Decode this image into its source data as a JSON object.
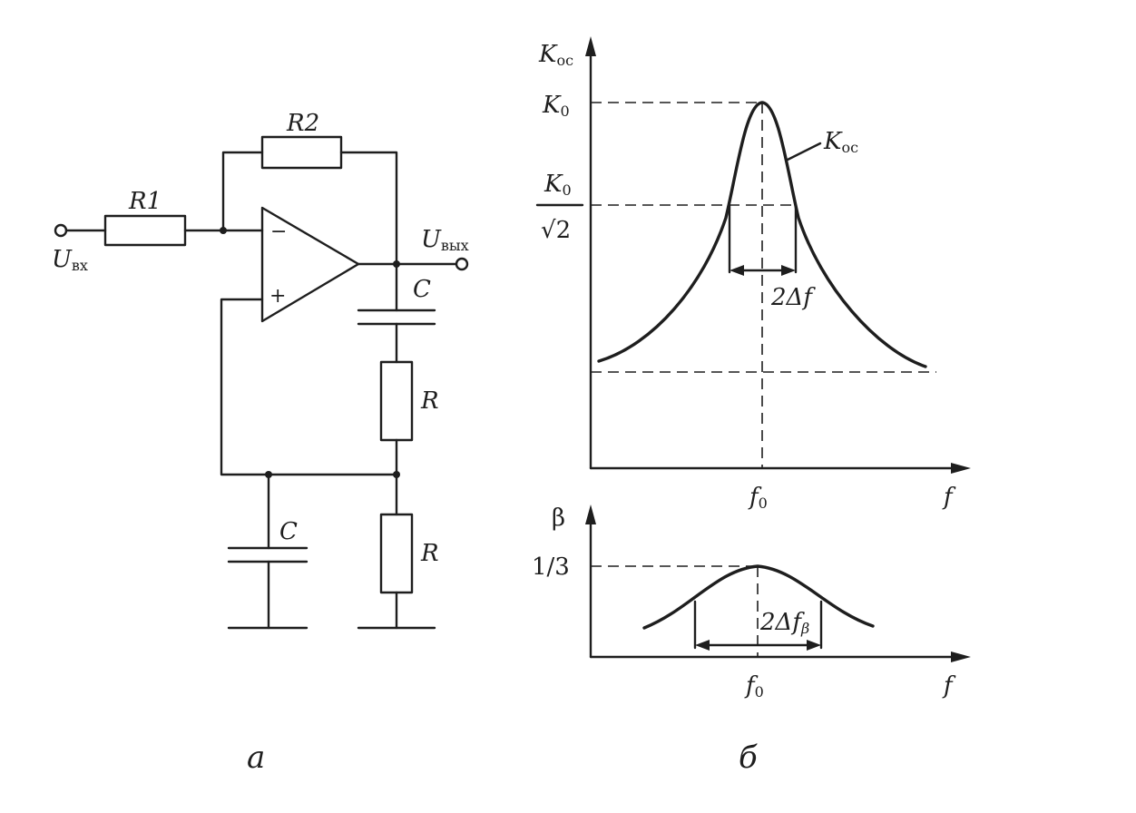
{
  "schematic": {
    "r1": "R1",
    "r2": "R2",
    "c_out": "C",
    "r_series": "R",
    "c_ground": "C",
    "r_ground": "R",
    "minus": "−",
    "plus": "+",
    "u_in": "U",
    "u_in_sub": "вх",
    "u_out": "U",
    "u_out_sub": "вых"
  },
  "top_plot": {
    "y_axis": "K",
    "y_axis_sub": "ос",
    "k0": "K",
    "k0_sub": "0",
    "k0_sqrt2_num": "K",
    "k0_sqrt2_num_sub": "0",
    "k0_sqrt2_den": "√2",
    "curve_label": "K",
    "curve_label_sub": "ос",
    "bandwidth": "2Δf",
    "f0": "f",
    "f0_sub": "0",
    "x_axis": "f"
  },
  "bottom_plot": {
    "y_axis": "β",
    "peak": "1/3",
    "bandwidth": "2Δf",
    "bandwidth_sub": "β",
    "f0": "f",
    "f0_sub": "0",
    "x_axis": "f"
  },
  "captions": {
    "left": "а",
    "right": "б"
  },
  "chart_data": [
    {
      "type": "line",
      "curve": "resonance",
      "peak_x_label": "f0",
      "levels": [
        "K0",
        "K0/√2"
      ]
    },
    {
      "type": "line",
      "curve": "bell",
      "peak_x_label": "f0",
      "levels": [
        "1/3"
      ]
    }
  ]
}
